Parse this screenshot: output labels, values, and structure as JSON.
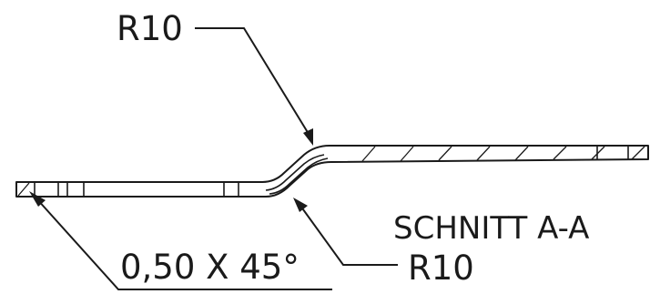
{
  "labels": {
    "radius_top": "R10",
    "radius_bottom": "R10",
    "chamfer": "0,50 X 45°",
    "section_title": "SCHNITT A-A"
  }
}
